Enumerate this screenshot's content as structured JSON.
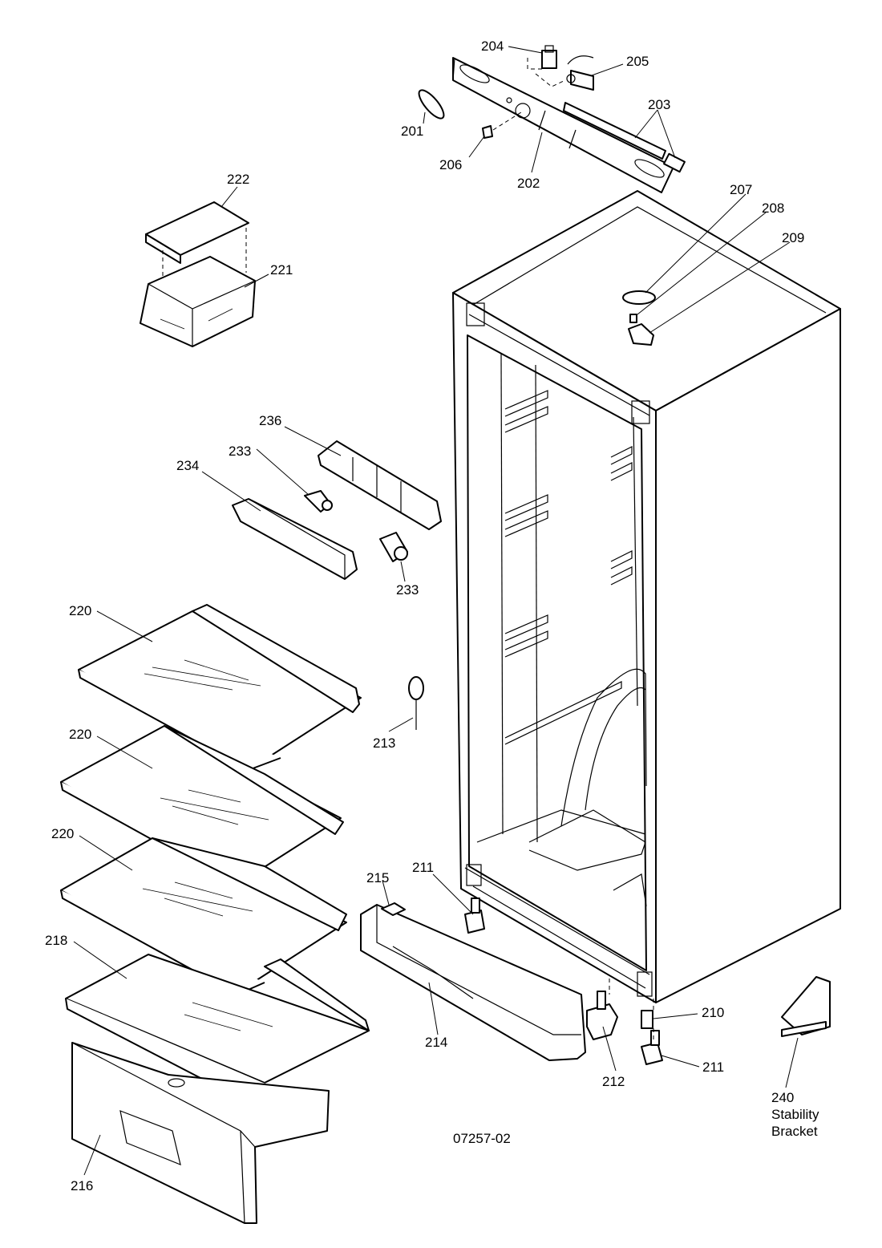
{
  "drawing_id": "07257-02",
  "callouts": {
    "p201": "201",
    "p202": "202",
    "p203": "203",
    "p204": "204",
    "p205": "205",
    "p206": "206",
    "p207": "207",
    "p208": "208",
    "p209": "209",
    "p210": "210",
    "p211a": "211",
    "p211b": "211",
    "p212": "212",
    "p213": "213",
    "p214": "214",
    "p215": "215",
    "p216": "216",
    "p218": "218",
    "p220a": "220",
    "p220b": "220",
    "p220c": "220",
    "p221": "221",
    "p222": "222",
    "p233a": "233",
    "p233b": "233",
    "p234": "234",
    "p236": "236",
    "p240": "240"
  },
  "stability_bracket": {
    "line1": "Stability",
    "line2": "Bracket"
  }
}
